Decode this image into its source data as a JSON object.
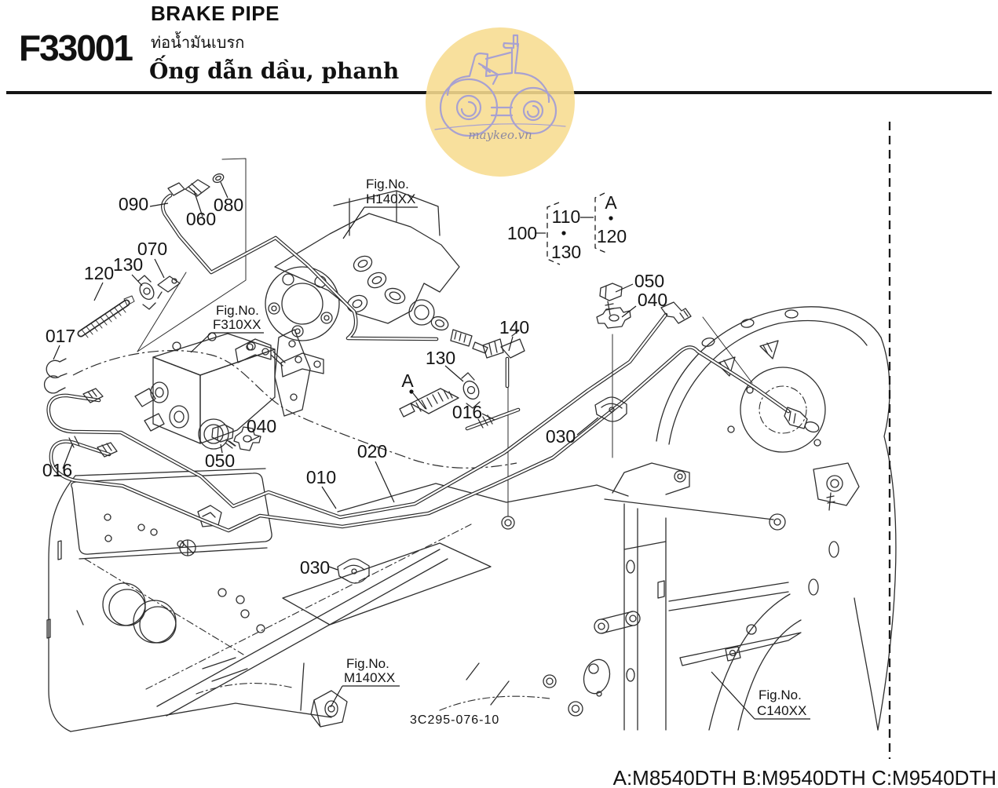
{
  "header": {
    "code": "F33001",
    "title_en": "BRAKE PIPE",
    "title_th": "ท่อน้ำมันเบรก",
    "title_vi": "Ống dẫn dầu, phanh"
  },
  "watermark": {
    "site": "maykeo.vn",
    "circle_color": "#F7DC8F",
    "doodle_color": "#A8A1D1"
  },
  "figure": {
    "drawing_number": "3C295-076-10",
    "models_note": "A:M8540DTH B:M9540DTH C:M9540DTH",
    "fig_label": "Fig.No.",
    "view_marker": "A",
    "refs": {
      "h140": "H140XX",
      "f310": "F310XX",
      "m140": "M140XX",
      "c140": "C140XX"
    }
  },
  "callouts": {
    "010": "010",
    "016": "016",
    "017": "017",
    "020": "020",
    "030": "030",
    "040": "040",
    "050": "050",
    "060": "060",
    "070": "070",
    "080": "080",
    "090": "090",
    "100": "100",
    "110": "110",
    "120": "120",
    "130": "130",
    "140": "140"
  }
}
